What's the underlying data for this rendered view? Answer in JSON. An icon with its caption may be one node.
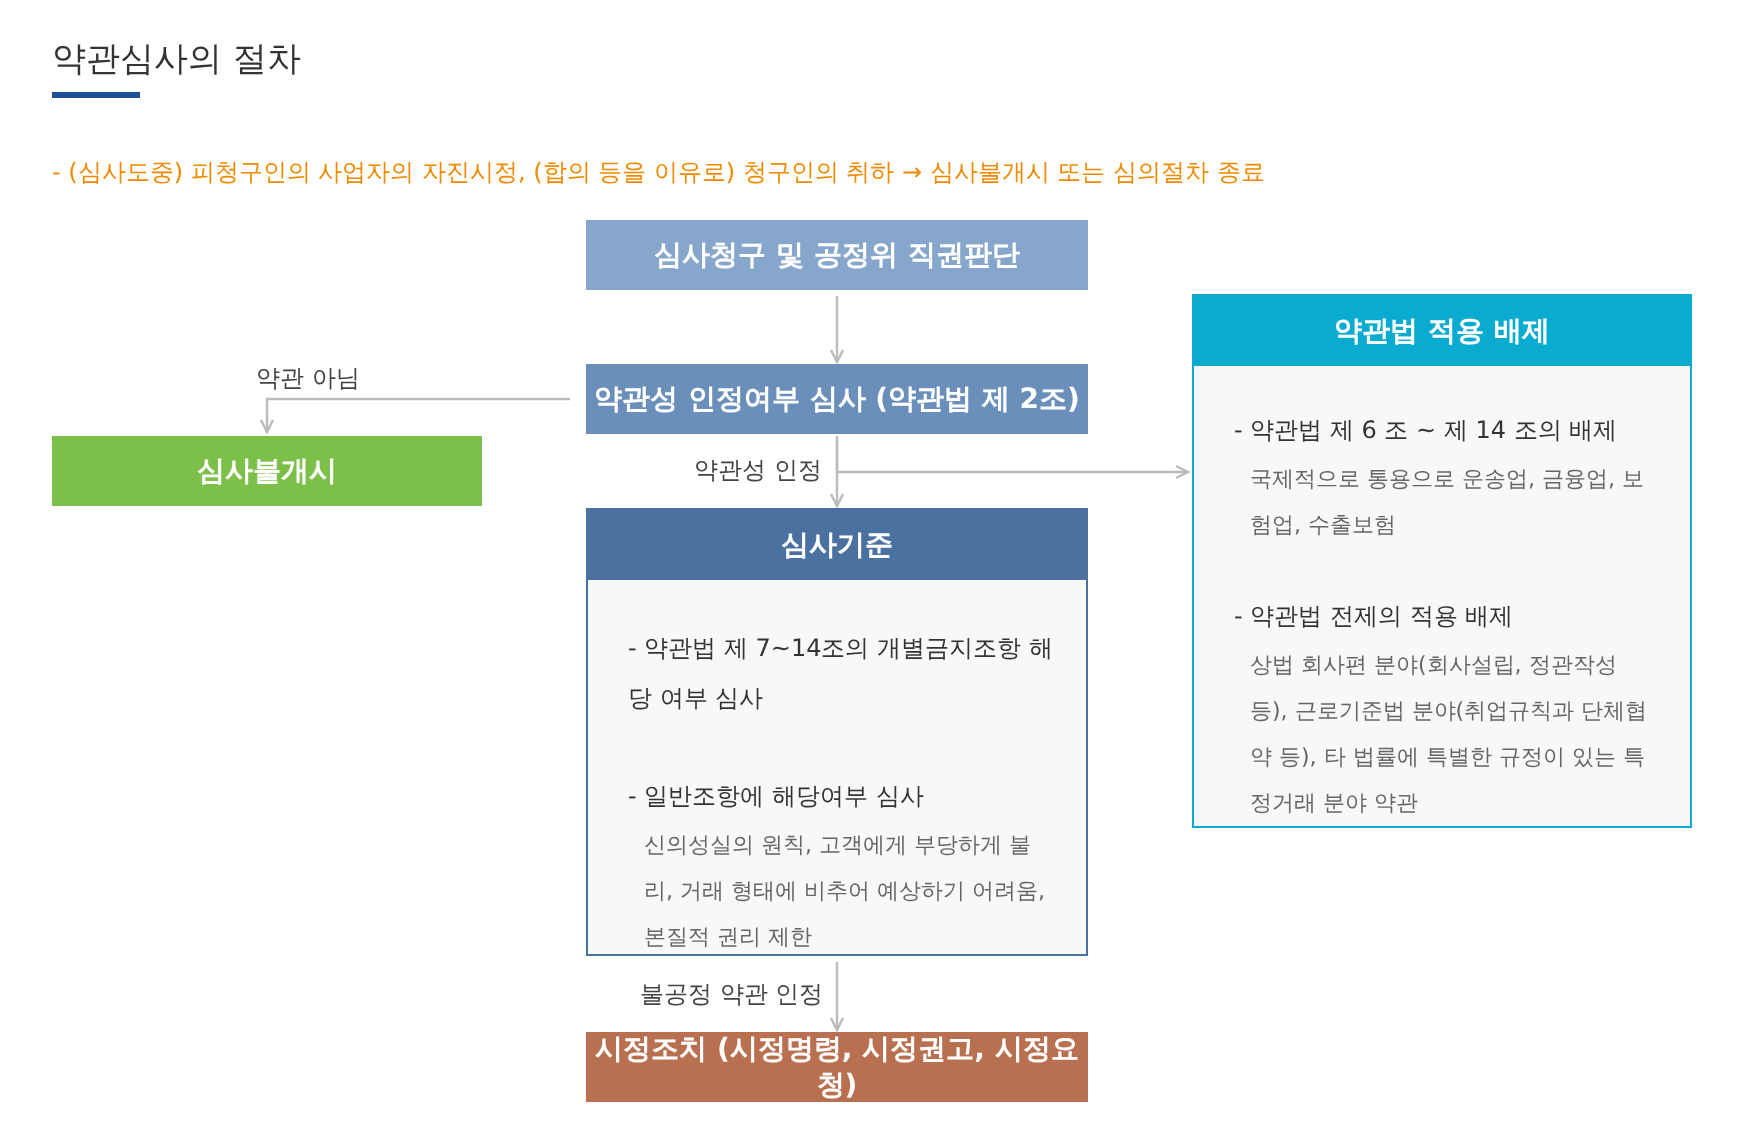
{
  "diagram": {
    "title": "약관심사의 절차",
    "nodes": [
      {
        "text": [
          "심사청구 및 공정위 직권판단"
        ]
      },
      {
        "text": [
          "약관성 인정여부 심사 (약관법 제 2조)"
        ]
      },
      {
        "text": [
          "심사불개시"
        ]
      },
      {
        "text": [
          "심사기준",
          "- 약관법 제 7~14조의 개별금지조항 해당 여부 심사",
          "- 일반조항에 해당여부 심사",
          "신의성실의 원칙, 고객에게 부당하게 불리, 거래 형태에 비추어 예상하기 어려움, 본질적 권리 제한"
        ]
      },
      {
        "text": [
          "약관법 적용 배제",
          "- 약관법 제 6 조 ~ 제 14 조의 배제",
          "국제적으로 통용으로 운송업, 금융업, 보험업, 수출보험",
          "- 약관법 전제의 적용 배제",
          "상법 회사편 분야(회사설립, 정관작성 등), 근로기준법 분야(취업규칙과 단체협약 등), 타 법률에 특별한 규정이 있는 특정거래 분야 약관"
        ]
      },
      {
        "text": [
          "시정조치 (시정명령, 시정권고, 시정요청)"
        ]
      }
    ],
    "edges": [
      {
        "from": 0,
        "to": 1,
        "arrow": "to"
      },
      {
        "from": 1,
        "to": 2,
        "arrow": "to",
        "label": "약관 아님"
      },
      {
        "from": 1,
        "to": 3,
        "arrow": "to",
        "label": "약관성 인정"
      },
      {
        "from": 1,
        "to": 4,
        "arrow": "to"
      },
      {
        "from": 3,
        "to": 5,
        "arrow": "to",
        "label": "불공정 약관 인정"
      }
    ],
    "labels": [
      "- (심사도중) 피청구인의 사업자의 자진시정, (합의 등을 이유로) 청구인의 취하 → 심사불개시 또는 심의절차 종료"
    ]
  }
}
